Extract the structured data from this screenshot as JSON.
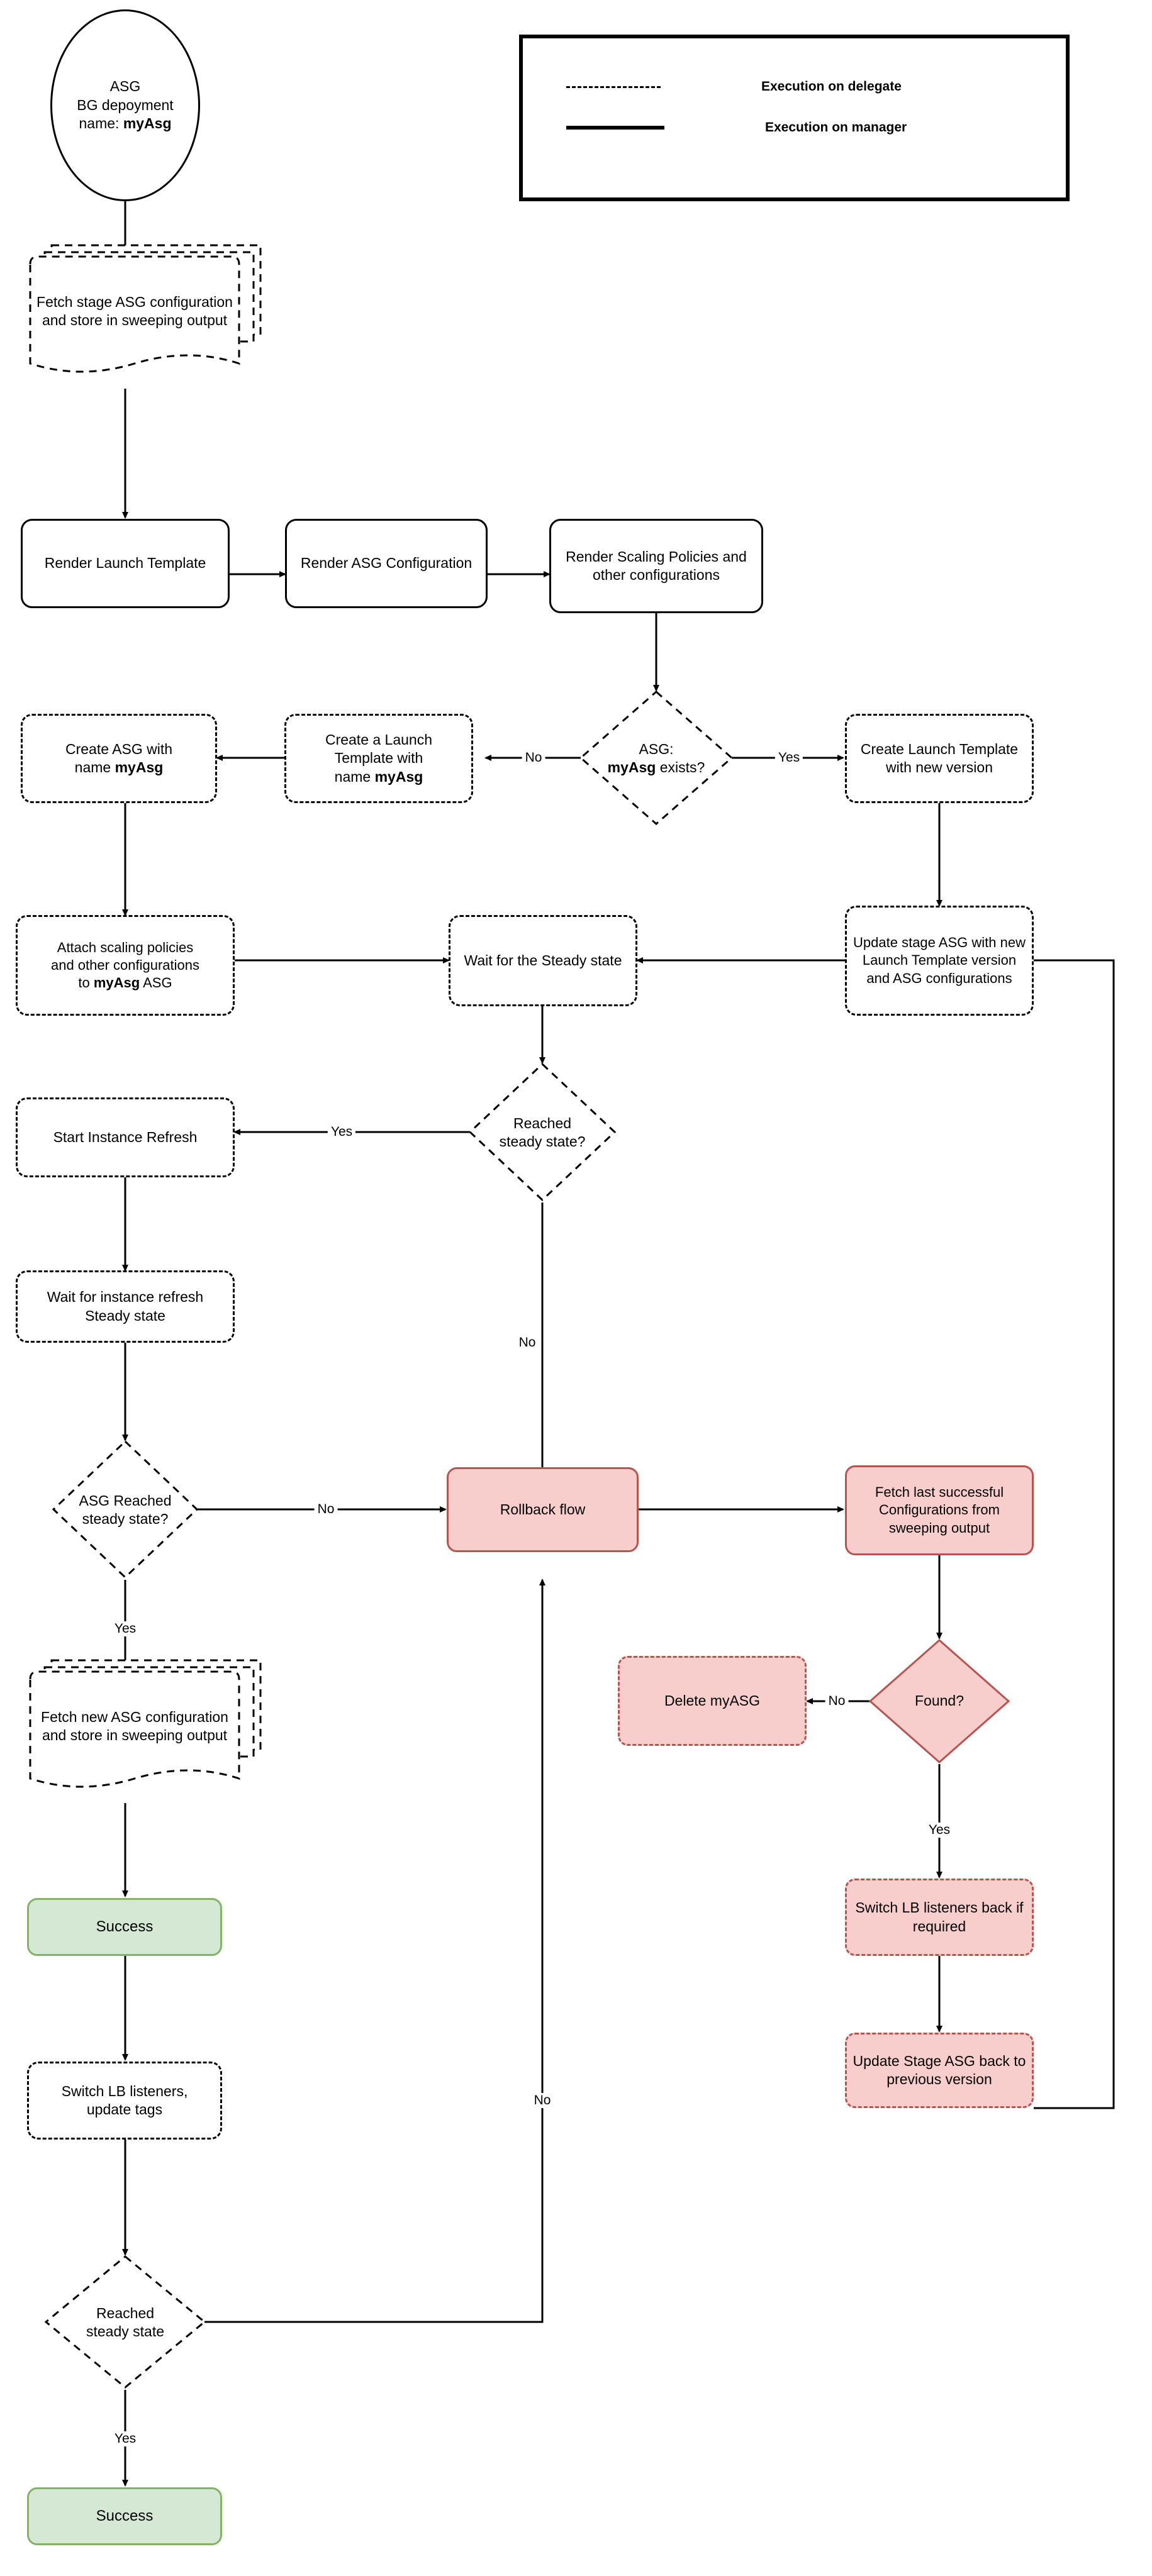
{
  "legend": {
    "rows": [
      {
        "style": "dashed",
        "label": "Execution on delegate"
      },
      {
        "style": "solid",
        "label": "Execution on manager"
      }
    ]
  },
  "colors": {
    "stroke": "#000000",
    "rollback_fill": "#f8cecc",
    "rollback_border": "#b85450",
    "success_fill": "#d5e8d4",
    "success_border": "#82b366",
    "background": "#ffffff"
  },
  "nodes": {
    "start": {
      "line1": "ASG",
      "line2": "BG depoyment",
      "line3_prefix": "name: ",
      "line3_bold": "myAsg"
    },
    "fetch_stage": {
      "text": "Fetch stage ASG configuration and store in sweeping output"
    },
    "render_launch": {
      "text": "Render Launch Template"
    },
    "render_asg": {
      "text": "Render ASG Configuration"
    },
    "render_scaling": {
      "text": "Render Scaling Policies and other configurations"
    },
    "asg_exists": {
      "line1": "ASG:",
      "line2_bold": "myAsg",
      "line2_rest": " exists?"
    },
    "create_lt_new": {
      "text": "Create Launch Template with new version"
    },
    "create_lt_myasg": {
      "line1": "Create a Launch",
      "line2": "Template with",
      "line3_prefix": "name ",
      "line3_bold": "myAsg"
    },
    "create_asg_myasg": {
      "line1": "Create ASG with",
      "line2_prefix": "name ",
      "line2_bold": "myAsg"
    },
    "attach_scaling": {
      "line1": "Attach scaling policies",
      "line2": "and other configurations",
      "line3_prefix": "to ",
      "line3_bold": "myAsg",
      "line3_suffix": " ASG"
    },
    "wait_steady": {
      "text": "Wait for the Steady state"
    },
    "update_stage_asg": {
      "text": "Update stage ASG with new Launch Template version and ASG configurations"
    },
    "reached_steady_q": {
      "line1": "Reached",
      "line2": "steady state?"
    },
    "start_refresh": {
      "text": "Start Instance Refresh"
    },
    "wait_refresh": {
      "text": "Wait for instance refresh Steady state"
    },
    "asg_reached_q": {
      "line1": "ASG Reached",
      "line2": "steady state?"
    },
    "rollback_flow": {
      "text": "Rollback flow"
    },
    "fetch_last": {
      "text": "Fetch last successful Configurations from sweeping output"
    },
    "found_q": {
      "text": "Found?"
    },
    "delete_myasg": {
      "text": "Delete myASG"
    },
    "switch_lb_back": {
      "text": "Switch LB listeners back if required"
    },
    "update_stage_back": {
      "text": "Update Stage ASG back to previous version"
    },
    "fetch_new": {
      "text": "Fetch new ASG configuration and store in sweeping output"
    },
    "success_1": {
      "text": "Success"
    },
    "switch_lb_tags": {
      "line1": "Switch LB listeners,",
      "line2": "update tags"
    },
    "reached_steady_2": {
      "line1": "Reached",
      "line2": "steady state"
    },
    "success_2": {
      "text": "Success"
    }
  },
  "edge_labels": {
    "no_asg_exists": "No",
    "yes_asg_exists": "Yes",
    "yes_reached": "Yes",
    "no_reached": "No",
    "no_asg_reached": "No",
    "no_found": "No",
    "yes_found": "Yes",
    "yes_fetch_new": "Yes",
    "no_final": "No",
    "yes_final": "Yes"
  }
}
